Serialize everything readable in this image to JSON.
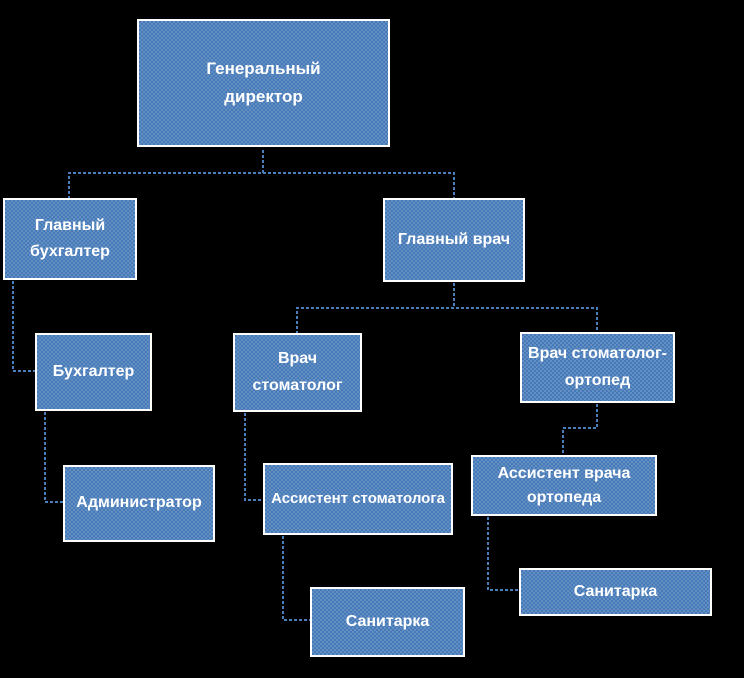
{
  "colors": {
    "background": "#000000",
    "node_fill": "#4679b8",
    "node_border": "#ffffff",
    "connector": "#4a7ebb",
    "text": "#ffffff"
  },
  "nodes": [
    {
      "id": "general-director",
      "label": "Генеральный\nдиректор"
    },
    {
      "id": "chief-accountant",
      "label": "Главный\nбухгалтер"
    },
    {
      "id": "chief-physician",
      "label": "Главный врач"
    },
    {
      "id": "accountant",
      "label": "Бухгалтер"
    },
    {
      "id": "dentist",
      "label": "Врач\nстоматолог"
    },
    {
      "id": "orthopedic-dentist",
      "label": "Врач стоматолог-\nортопед"
    },
    {
      "id": "administrator",
      "label": "Администратор"
    },
    {
      "id": "dentist-assistant",
      "label": "Ассистент стоматолога"
    },
    {
      "id": "orthopedist-assistant",
      "label": "Ассистент врача\nортопеда"
    },
    {
      "id": "orderly-left",
      "label": "Санитарка"
    },
    {
      "id": "orderly-right",
      "label": "Санитарка"
    }
  ]
}
